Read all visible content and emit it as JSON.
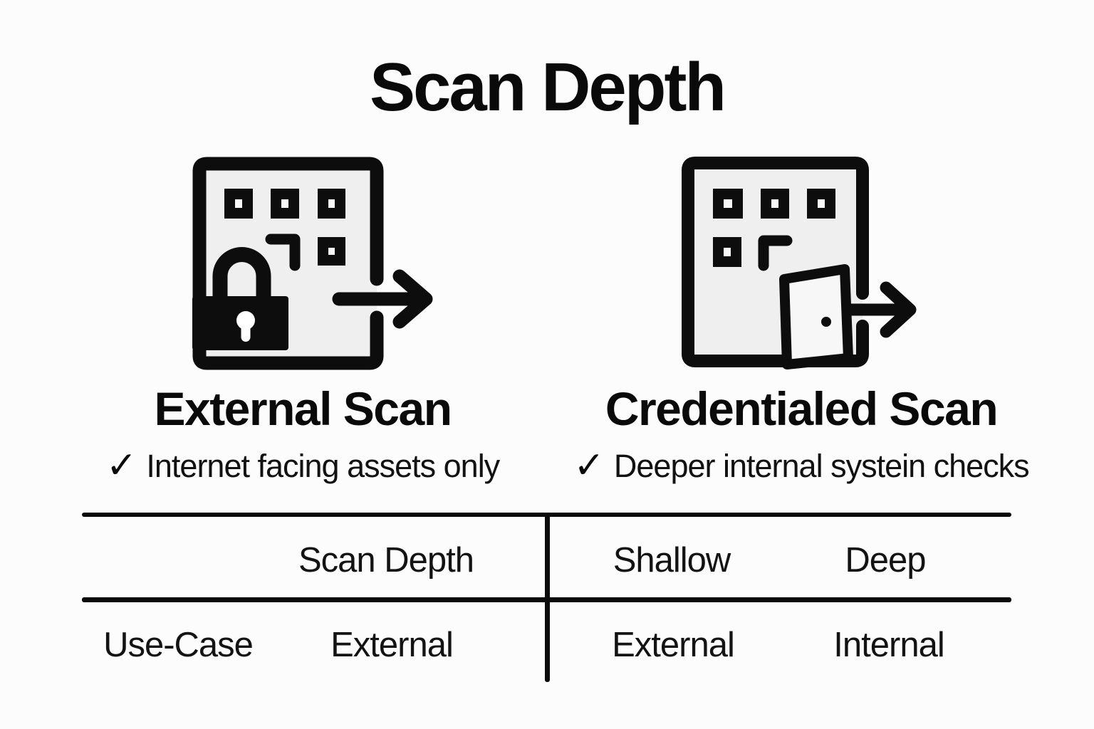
{
  "title": "Scan Depth",
  "colors": {
    "background": "#fcfcfc",
    "ink": "#0d0d0d",
    "building_fill": "#efefef",
    "panel_fill": "#f7f7f7"
  },
  "columns": [
    {
      "icon": "building-lock-arrow-icon",
      "heading": "External Scan",
      "bullet": {
        "check": "✓",
        "text": "Internet facing assets only"
      }
    },
    {
      "icon": "building-door-arrow-icon",
      "heading": "Credentialed Scan",
      "bullet": {
        "check": "✓",
        "text": "Deeper internal systein checks"
      }
    }
  ],
  "table": {
    "rows": [
      {
        "cells": [
          "",
          "Scan Depth",
          "Shallow",
          "Deep"
        ]
      },
      {
        "cells": [
          "Use-Case",
          "External",
          "External",
          "Internal"
        ]
      }
    ]
  }
}
